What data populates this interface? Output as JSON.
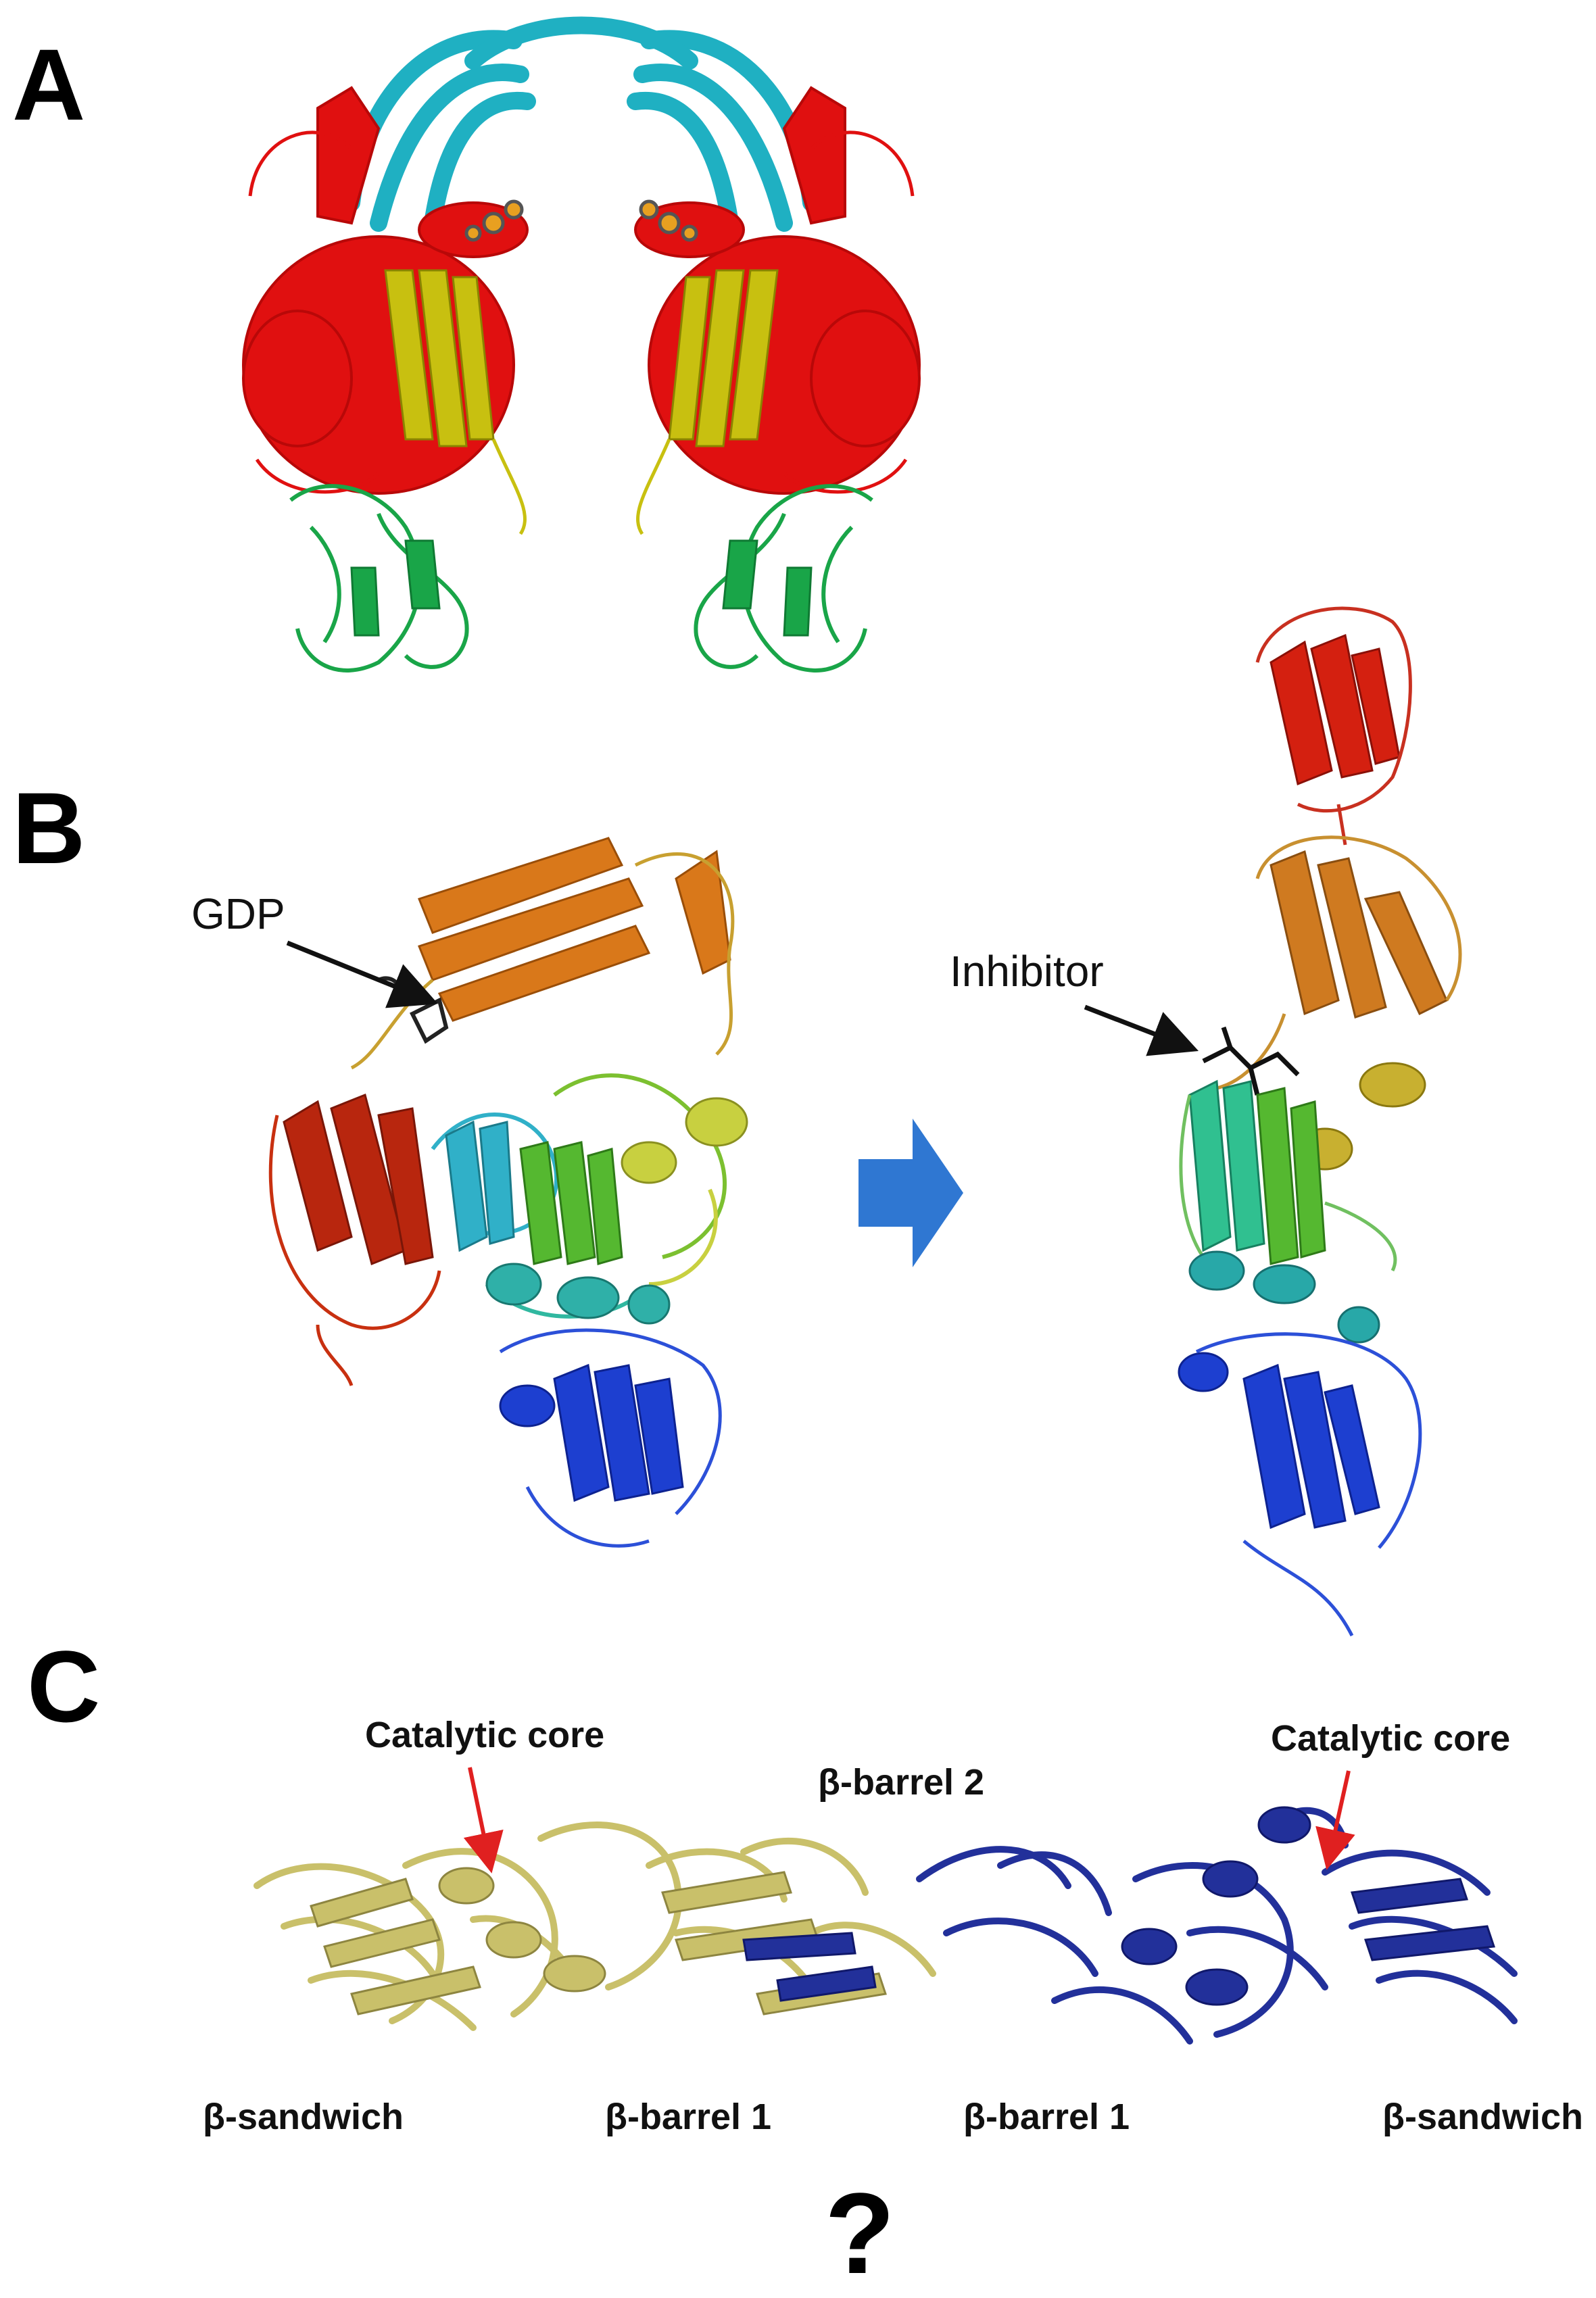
{
  "panels": {
    "a": {
      "letter": "A"
    },
    "b": {
      "letter": "B",
      "label_gdp": "GDP",
      "label_inhibitor": "Inhibitor"
    },
    "c": {
      "letter": "C",
      "catalytic_core_left": "Catalytic core",
      "catalytic_core_right": "Catalytic core",
      "barrel2": "β-barrel 2",
      "sandwich_left": "β-sandwich",
      "barrel1_left": "β-barrel 1",
      "barrel1_right": "β-barrel 1",
      "sandwich_right": "β-sandwich",
      "question": "?"
    }
  },
  "colors": {
    "cyan": "#1fb0c2",
    "red": "#e01010",
    "yellow": "#c8c010",
    "green": "#19a548",
    "orange": "#d9781a",
    "darkred": "#b8260e",
    "blue": "#1d3fd0",
    "khaki": "#c9c06a",
    "navy": "#22309a",
    "arrow_blue": "#2f77d2",
    "red_arrow": "#e02020"
  }
}
